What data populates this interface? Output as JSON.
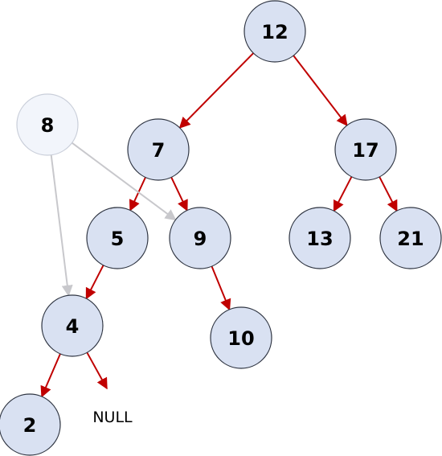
{
  "colors": {
    "node_fill": "#d9e1f2",
    "node_stroke": "#2f3542",
    "faded_node_fill": "#f2f5fb",
    "faded_node_stroke": "#c9ced9",
    "edge_red": "#c00000",
    "edge_gray": "#c8c8cc"
  },
  "nodes": [
    {
      "id": "n12",
      "label": "12"
    },
    {
      "id": "n7",
      "label": "7"
    },
    {
      "id": "n17",
      "label": "17"
    },
    {
      "id": "n5",
      "label": "5"
    },
    {
      "id": "n9",
      "label": "9"
    },
    {
      "id": "n13",
      "label": "13"
    },
    {
      "id": "n21",
      "label": "21"
    },
    {
      "id": "n4",
      "label": "4"
    },
    {
      "id": "n10",
      "label": "10"
    },
    {
      "id": "n2",
      "label": "2"
    },
    {
      "id": "n8",
      "label": "8",
      "faded": true
    }
  ],
  "null_label": "NULL",
  "edges": [
    {
      "from": "n12",
      "to": "n7",
      "style": "red"
    },
    {
      "from": "n12",
      "to": "n17",
      "style": "red"
    },
    {
      "from": "n7",
      "to": "n5",
      "style": "red"
    },
    {
      "from": "n7",
      "to": "n9",
      "style": "red"
    },
    {
      "from": "n17",
      "to": "n13",
      "style": "red"
    },
    {
      "from": "n17",
      "to": "n21",
      "style": "red"
    },
    {
      "from": "n5",
      "to": "n4",
      "style": "red"
    },
    {
      "from": "n9",
      "to": "n10",
      "style": "red"
    },
    {
      "from": "n4",
      "to": "n2",
      "style": "red"
    },
    {
      "from": "n4",
      "to": "null",
      "style": "red"
    },
    {
      "from": "n8",
      "to": "n4",
      "style": "gray"
    },
    {
      "from": "n8",
      "to": "n9",
      "style": "gray"
    }
  ]
}
